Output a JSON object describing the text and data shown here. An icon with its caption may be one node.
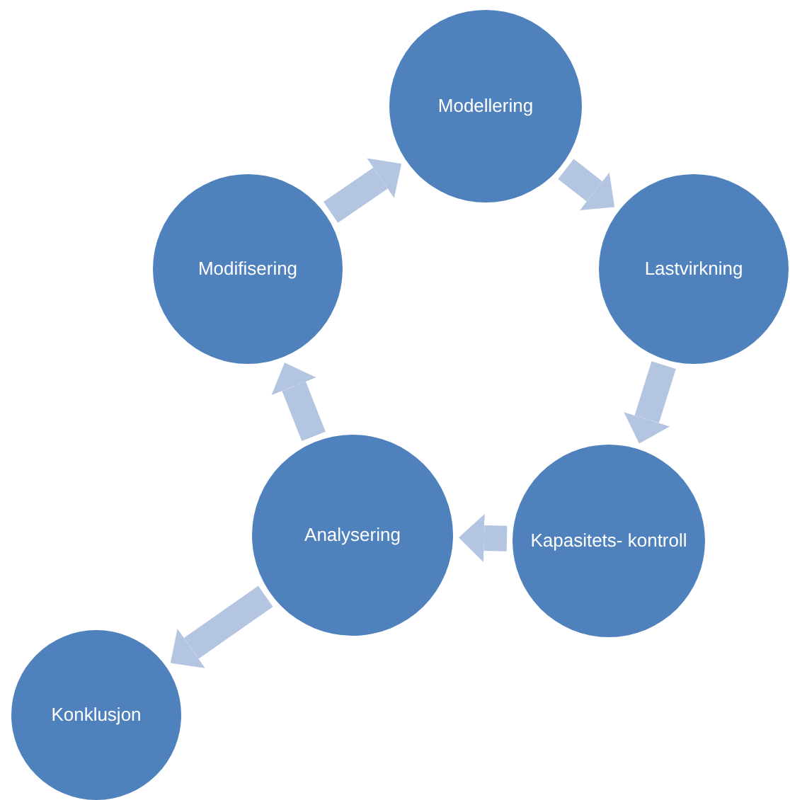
{
  "diagram": {
    "nodes": [
      {
        "text": [
          "Modellering"
        ]
      },
      {
        "text": [
          "Lastvirkning"
        ]
      },
      {
        "text": [
          "Kapasitets- kontroll"
        ]
      },
      {
        "text": [
          "Analysering"
        ]
      },
      {
        "text": [
          "Modifisering"
        ]
      },
      {
        "text": [
          "Konklusjon"
        ]
      }
    ],
    "edges": [
      {
        "from": 0,
        "to": 1,
        "arrow": "to"
      },
      {
        "from": 1,
        "to": 2,
        "arrow": "to"
      },
      {
        "from": 2,
        "to": 3,
        "arrow": "to"
      },
      {
        "from": 3,
        "to": 4,
        "arrow": "to"
      },
      {
        "from": 4,
        "to": 0,
        "arrow": "to"
      },
      {
        "from": 3,
        "to": 5,
        "arrow": "to"
      }
    ]
  }
}
